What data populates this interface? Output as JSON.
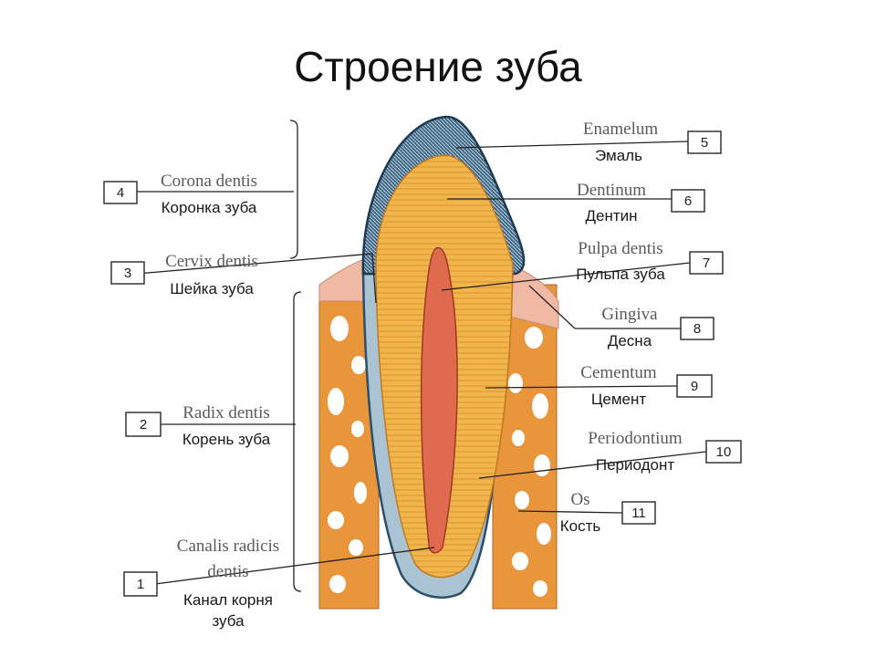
{
  "title": "Строение зуба",
  "labels": [
    {
      "num": "5",
      "latin": "Enamelum",
      "rus": "Эмаль"
    },
    {
      "num": "6",
      "latin": "Dentinum",
      "rus": "Дентин"
    },
    {
      "num": "7",
      "latin": "Pulpa dentis",
      "rus": "Пульпа зуба"
    },
    {
      "num": "8",
      "latin": "Gingiva",
      "rus": "Десна"
    },
    {
      "num": "9",
      "latin": "Cementum",
      "rus": "Цемент"
    },
    {
      "num": "10",
      "latin": "Periodontium",
      "rus": "Периодонт"
    },
    {
      "num": "11",
      "latin": "Os",
      "rus": "Кость"
    },
    {
      "num": "4",
      "latin": "Corona dentis",
      "rus": "Коронка зуба"
    },
    {
      "num": "3",
      "latin": "Cervix dentis",
      "rus": "Шейка зуба"
    },
    {
      "num": "2",
      "latin": "Radix dentis",
      "rus": "Корень зуба"
    },
    {
      "num": "1",
      "latin1": "Canalis radicis",
      "latin2": "dentis",
      "rus1": "Канал корня",
      "rus2": "зуба"
    }
  ],
  "colors": {
    "bone": "#e8953c",
    "bone_hole": "#ffffff",
    "gum": "#f0b9a4",
    "enamel": "#2c4f6b",
    "dentin": "#f0b64c",
    "pulp": "#e06a4d",
    "periodontium": "#a9c3d3"
  }
}
